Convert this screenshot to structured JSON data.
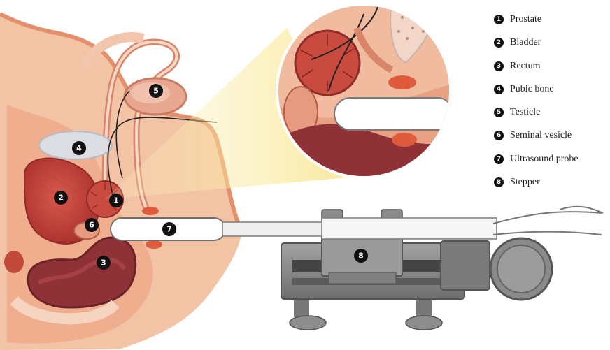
{
  "legend": [
    {
      "num": "1",
      "label": "Prostate"
    },
    {
      "num": "2",
      "label": "Bladder"
    },
    {
      "num": "3",
      "label": "Rectum"
    },
    {
      "num": "4",
      "label": "Pubic bone"
    },
    {
      "num": "5",
      "label": "Testicle"
    },
    {
      "num": "6",
      "label": "Seminal vesicle"
    },
    {
      "num": "7",
      "label": "Ultrasound probe"
    },
    {
      "num": "8",
      "label": "Stepper"
    }
  ],
  "callouts": {
    "prostate": "1",
    "bladder": "2",
    "rectum": "3",
    "pubic_bone": "4",
    "testicle": "5",
    "seminal_vesicle": "6",
    "ultrasound_probe": "7",
    "stepper": "8"
  },
  "colors": {
    "skin": "#f3c3a6",
    "skin_dark": "#e89a78",
    "muscle_red": "#c8453a",
    "organ_dark": "#7b2a2e",
    "bone": "#f2d7c8",
    "probe": "#ffffff",
    "stepper_gray": "#8a8a8a",
    "zoom_beam": "#fbe9a0"
  }
}
